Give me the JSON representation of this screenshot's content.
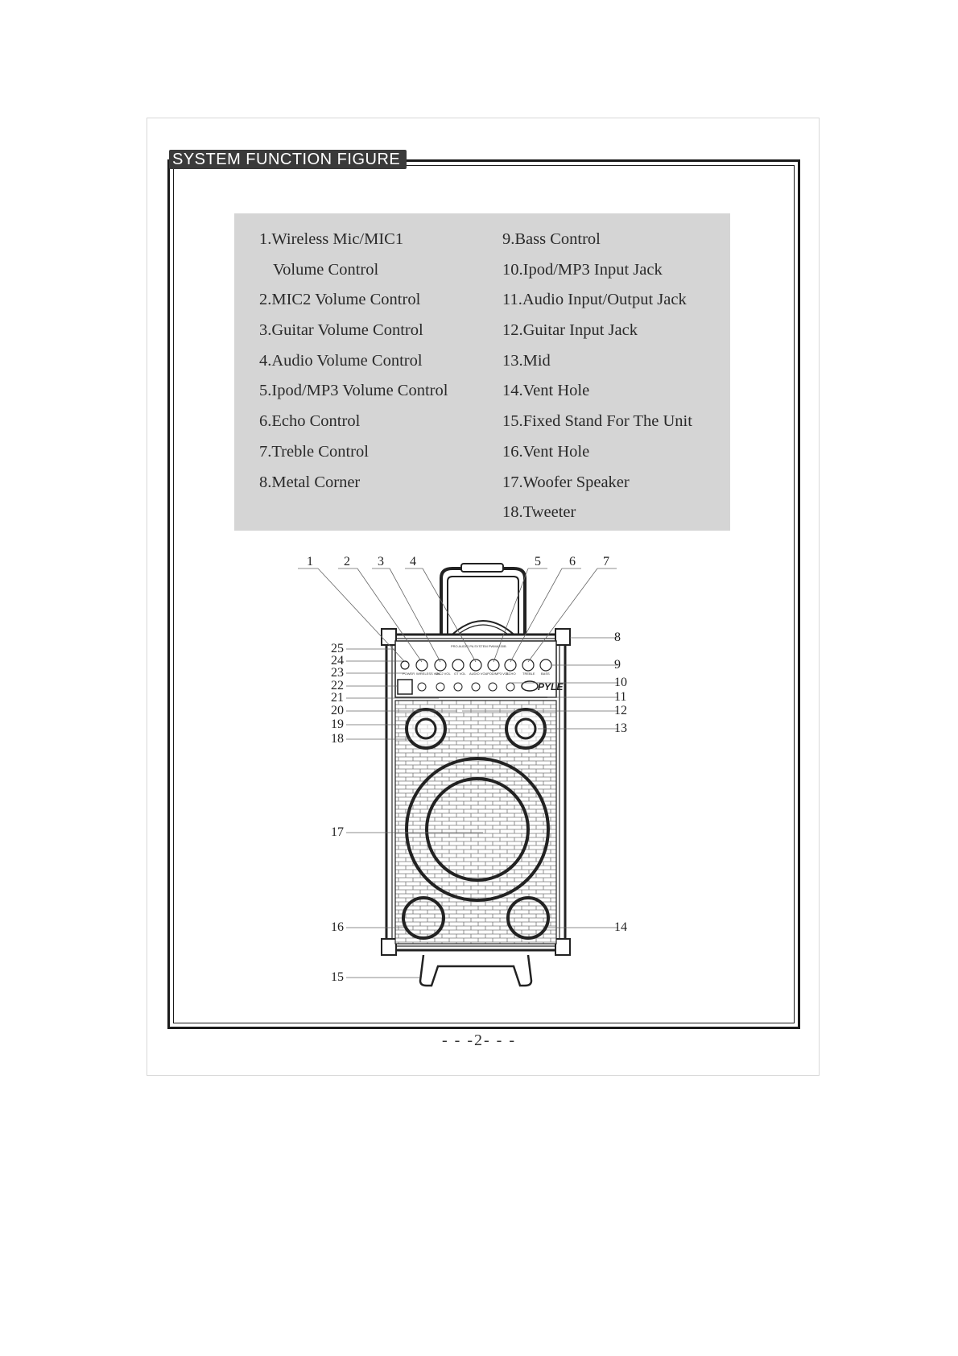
{
  "section_title": "SYSTEM FUNCTION FIGURE",
  "legend": {
    "left": [
      {
        "text": "1.Wireless Mic/MIC1"
      },
      {
        "text": "Volume Control",
        "cont": true
      },
      {
        "text": "2.MIC2 Volume Control"
      },
      {
        "text": "3.Guitar Volume Control"
      },
      {
        "text": "4.Audio Volume Control"
      },
      {
        "text": "5.Ipod/MP3 Volume Control"
      },
      {
        "text": "6.Echo Control"
      },
      {
        "text": "7.Treble Control"
      },
      {
        "text": "8.Metal Corner"
      }
    ],
    "right": [
      {
        "text": "9.Bass Control"
      },
      {
        "text": "10.Ipod/MP3 Input Jack"
      },
      {
        "text": "11.Audio Input/Output Jack"
      },
      {
        "text": "12.Guitar Input Jack"
      },
      {
        "text": "13.Mid"
      },
      {
        "text": "14.Vent Hole"
      },
      {
        "text": "15.Fixed Stand For The Unit"
      },
      {
        "text": "16.Vent Hole"
      },
      {
        "text": "17.Woofer Speaker"
      },
      {
        "text": "18.Tweeter"
      }
    ]
  },
  "diagram": {
    "callouts_top": [
      "1",
      "2",
      "3",
      "4",
      "5",
      "6",
      "7"
    ],
    "callouts_right": [
      "8",
      "9",
      "10",
      "11",
      "12",
      "13",
      "14"
    ],
    "callouts_left": [
      "25",
      "24",
      "23",
      "22",
      "21",
      "20",
      "19",
      "18",
      "17",
      "16",
      "15"
    ],
    "panel_title": "PRO AUDIO PA SYSTEM PWMA230B",
    "brand": "PYLE",
    "knob_labels": [
      "POWER",
      "WIRELESS VOL",
      "MIC2 VOL",
      "GT VOL",
      "AUDIO VOL",
      "IPOD/MP3 VOL",
      "ECHO",
      "TREBLE",
      "BASS"
    ]
  },
  "page_number": "- - -2- - -"
}
